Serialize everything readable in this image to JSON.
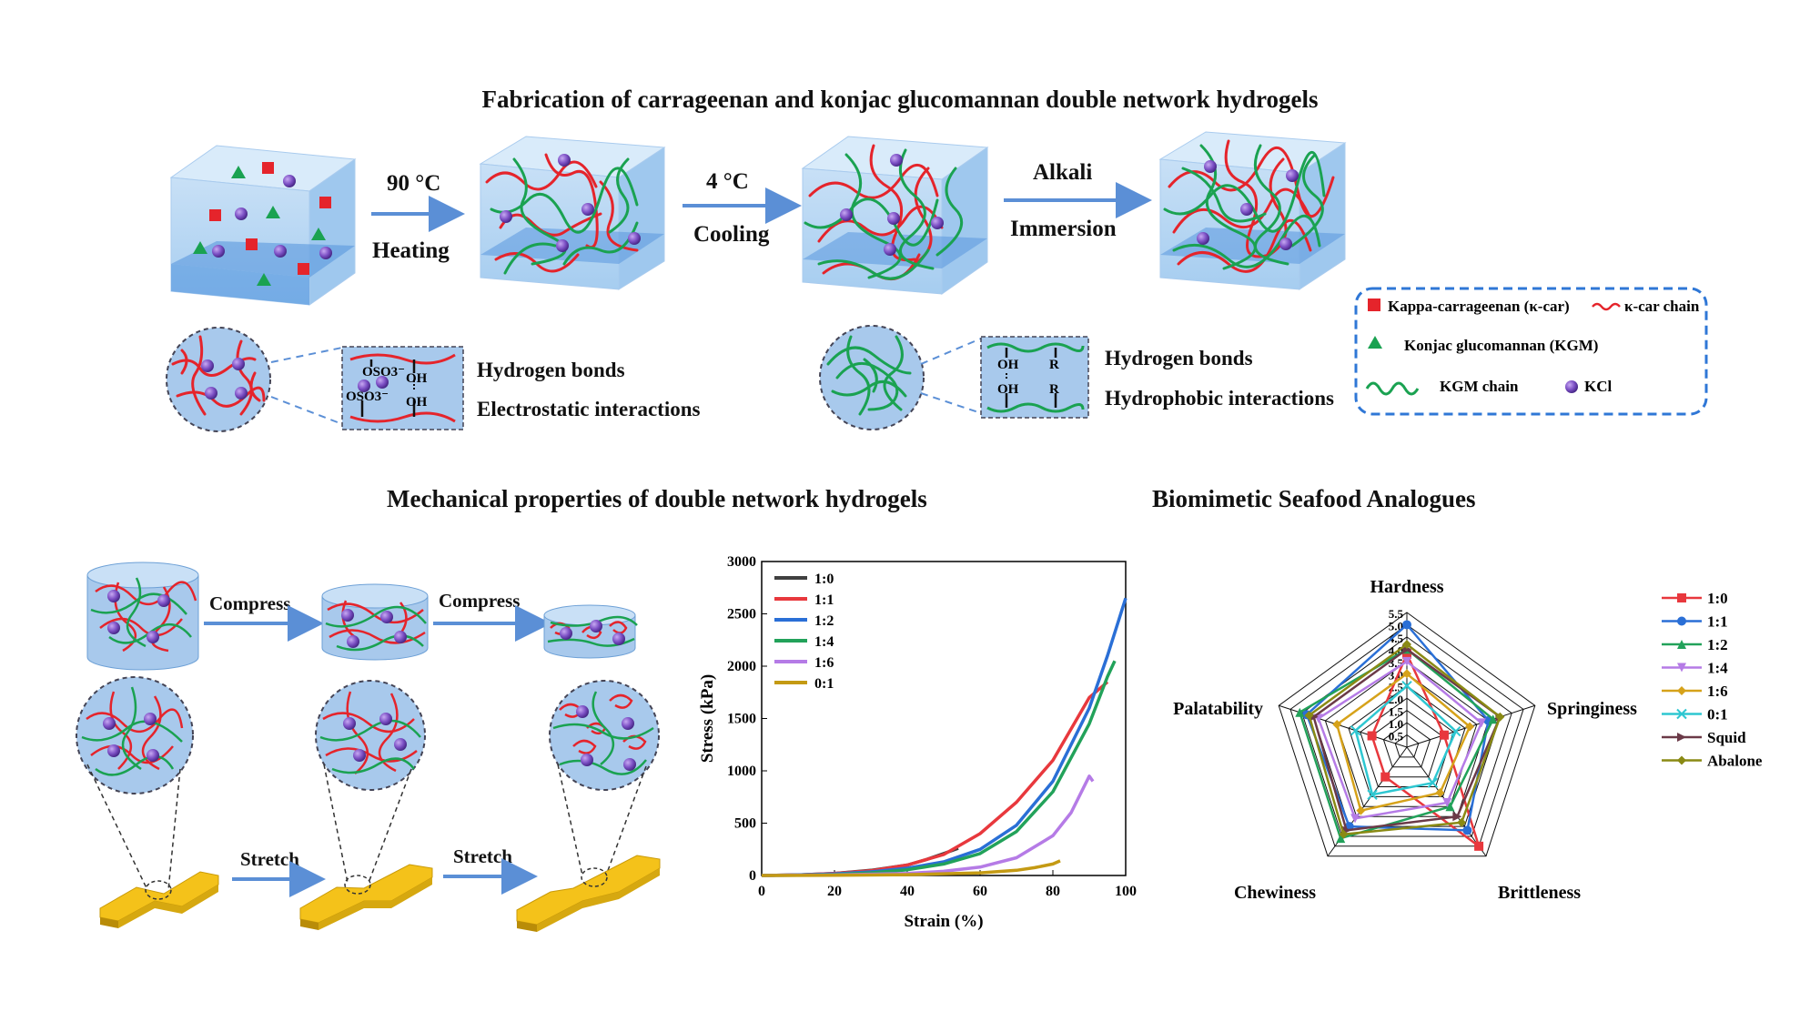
{
  "titles": {
    "fabrication": "Fabrication of carrageenan and konjac glucomannan double network hydrogels",
    "mechanical": "Mechanical properties of double network hydrogels",
    "seafood": "Biomimetic Seafood Analogues"
  },
  "steps": {
    "s1_top": "90 °C",
    "s1_bottom": "Heating",
    "s2_top": "4 °C",
    "s2_bottom": "Cooling",
    "s3_top": "Alkali",
    "s3_bottom": "Immersion"
  },
  "interactions": {
    "left": [
      "Hydrogen bonds",
      "Electrostatic interactions"
    ],
    "right": [
      "Hydrogen bonds",
      "Hydrophobic interactions"
    ],
    "left_chem": [
      "OSO3⁻",
      "OH",
      "OSO3⁻",
      "OH"
    ],
    "right_chem": [
      "OH",
      "R",
      "OH",
      "R"
    ]
  },
  "legend": {
    "kcar": "Kappa-carrageenan (κ-car)",
    "kcar_chain": "κ-car chain",
    "kgm": "Konjac glucomannan (KGM)",
    "kgm_chain": "KGM chain",
    "kcl": "KCl"
  },
  "mech_labels": {
    "compress1": "Compress",
    "compress2": "Compress",
    "stretch1": "Stretch",
    "stretch2": "Stretch"
  },
  "colors": {
    "kcar": "#e5242b",
    "kgm": "#1aa251",
    "kcl": "#7b4fc4",
    "arrow": "#5b8fd6",
    "cube": "#b9d7f3",
    "legend_border": "#2f77d6",
    "dogbone": "#f4c21a"
  },
  "chart_data": [
    {
      "type": "line",
      "xlabel": "Strain (%)",
      "ylabel": "Stress (kPa)",
      "xlim": [
        0,
        100
      ],
      "ylim": [
        0,
        3000
      ],
      "xticks": [
        0,
        20,
        40,
        60,
        80,
        100
      ],
      "yticks": [
        0,
        500,
        1000,
        1500,
        2000,
        2500,
        3000
      ],
      "legend_position": "top-left",
      "series": [
        {
          "name": "1:0",
          "color": "#404040",
          "x": [
            0,
            10,
            20,
            30,
            40,
            45,
            50,
            54
          ],
          "y": [
            0,
            5,
            20,
            50,
            100,
            150,
            210,
            260
          ]
        },
        {
          "name": "1:1",
          "color": "#e8383d",
          "x": [
            0,
            10,
            20,
            30,
            40,
            50,
            60,
            70,
            80,
            85,
            90,
            95
          ],
          "y": [
            0,
            5,
            20,
            45,
            100,
            200,
            400,
            700,
            1100,
            1400,
            1700,
            1850
          ]
        },
        {
          "name": "1:2",
          "color": "#2a6fd6",
          "x": [
            0,
            10,
            20,
            30,
            40,
            50,
            60,
            70,
            80,
            90,
            95,
            100
          ],
          "y": [
            0,
            5,
            15,
            35,
            70,
            130,
            250,
            480,
            900,
            1600,
            2100,
            2650
          ]
        },
        {
          "name": "1:4",
          "color": "#22a25a",
          "x": [
            0,
            10,
            20,
            30,
            40,
            50,
            60,
            70,
            80,
            90,
            95,
            97
          ],
          "y": [
            0,
            3,
            10,
            25,
            55,
            110,
            210,
            420,
            800,
            1450,
            1900,
            2050
          ]
        },
        {
          "name": "1:6",
          "color": "#b57be6",
          "x": [
            0,
            20,
            40,
            50,
            60,
            70,
            80,
            85,
            90,
            91
          ],
          "y": [
            0,
            5,
            20,
            40,
            80,
            170,
            380,
            600,
            950,
            900
          ]
        },
        {
          "name": "0:1",
          "color": "#c49a13",
          "x": [
            0,
            20,
            40,
            60,
            70,
            75,
            80,
            82
          ],
          "y": [
            0,
            2,
            8,
            25,
            50,
            75,
            110,
            140
          ]
        }
      ]
    },
    {
      "type": "radar",
      "axes": [
        "Hardness",
        "Springiness",
        "Brittleness",
        "Chewiness",
        "Palatability"
      ],
      "rmin": 0.5,
      "rmax": 5.5,
      "rticks": [
        "0.5",
        "1.0",
        "1.5",
        "2.0",
        "2.5",
        "3.0",
        "3.5",
        "4.0",
        "4.5",
        "5.0",
        "5.5"
      ],
      "legend_position": "right",
      "series": [
        {
          "name": "1:0",
          "color": "#e8383d",
          "marker": "square",
          "values": [
            3.8,
            1.6,
            5.0,
            1.5,
            1.5
          ]
        },
        {
          "name": "1:1",
          "color": "#2a6fd6",
          "marker": "circle",
          "values": [
            5.0,
            3.5,
            4.2,
            4.0,
            4.3
          ]
        },
        {
          "name": "1:2",
          "color": "#22a25a",
          "marker": "triangle",
          "values": [
            4.0,
            3.7,
            3.0,
            4.6,
            4.6
          ]
        },
        {
          "name": "1:4",
          "color": "#b57be6",
          "marker": "triangle-down",
          "values": [
            3.5,
            3.2,
            2.8,
            3.6,
            3.8
          ]
        },
        {
          "name": "1:6",
          "color": "#d6a21a",
          "marker": "diamond",
          "values": [
            3.0,
            2.7,
            2.3,
            3.2,
            3.0
          ]
        },
        {
          "name": "0:1",
          "color": "#2ec7d1",
          "marker": "x",
          "values": [
            2.5,
            2.1,
            1.8,
            2.4,
            2.2
          ]
        },
        {
          "name": "Squid",
          "color": "#6b3a48",
          "marker": "triangle-right",
          "values": [
            4.0,
            4.0,
            3.5,
            4.2,
            4.0
          ]
        },
        {
          "name": "Abalone",
          "color": "#8a8a14",
          "marker": "diamond",
          "values": [
            4.2,
            4.0,
            3.8,
            4.4,
            4.2
          ]
        }
      ]
    }
  ]
}
